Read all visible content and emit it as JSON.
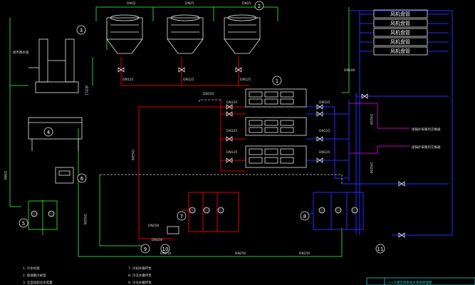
{
  "colors": {
    "background": "#000000",
    "supply_red": "#e00000",
    "chilled_blue": "#2a2aff",
    "condenser_green": "#2fc52f",
    "equipment_white": "#e8e8e8",
    "makeup_dash": "#cfcfcf",
    "branch_magenta": "#c000c0"
  },
  "fan_coils": [
    "风机盘管",
    "风机盘管",
    "风机盘管",
    "风机盘管",
    "风机盘管"
  ],
  "equipment_tags": [
    "1",
    "2",
    "3",
    "4",
    "5",
    "6",
    "7",
    "8",
    "9",
    "10",
    "11"
  ],
  "pipe_sizes": {
    "tower_tops": [
      "DN32",
      "DN25",
      "DN25"
    ],
    "tower_legs": [
      "DN125",
      "DN125",
      "DN125"
    ],
    "main_a": "DN250",
    "main_b": "DN300",
    "chiller_inlets": [
      "DN125",
      "DN125",
      "DN125"
    ],
    "chiller_outlets": [
      "DN125",
      "DN125",
      "DN125"
    ],
    "return_bottom": [
      "DN250",
      "DN250",
      "DN250"
    ],
    "pump_header": "DN250",
    "pump_outlet": "DN250",
    "right_risers": [
      "DN100",
      "DN200",
      "DN200"
    ],
    "left_vertical": "DN80",
    "side_main": "DN300"
  },
  "branch_labels": [
    "接锅炉采暖热交换器",
    "接锅炉采暖热交换器"
  ],
  "left_label": "接市政水管",
  "tower_note": "排污口",
  "legend": {
    "left": [
      "1. 冷水机组",
      "2. 玻璃钢冷却塔",
      "3. 全自动软化水装置"
    ],
    "mid": [
      "7. 冷却水循环泵",
      "8. 冷冻水循环泵",
      "9. 冷冻水循环泵"
    ],
    "title": "××大厦空调系统水系统原理图"
  }
}
